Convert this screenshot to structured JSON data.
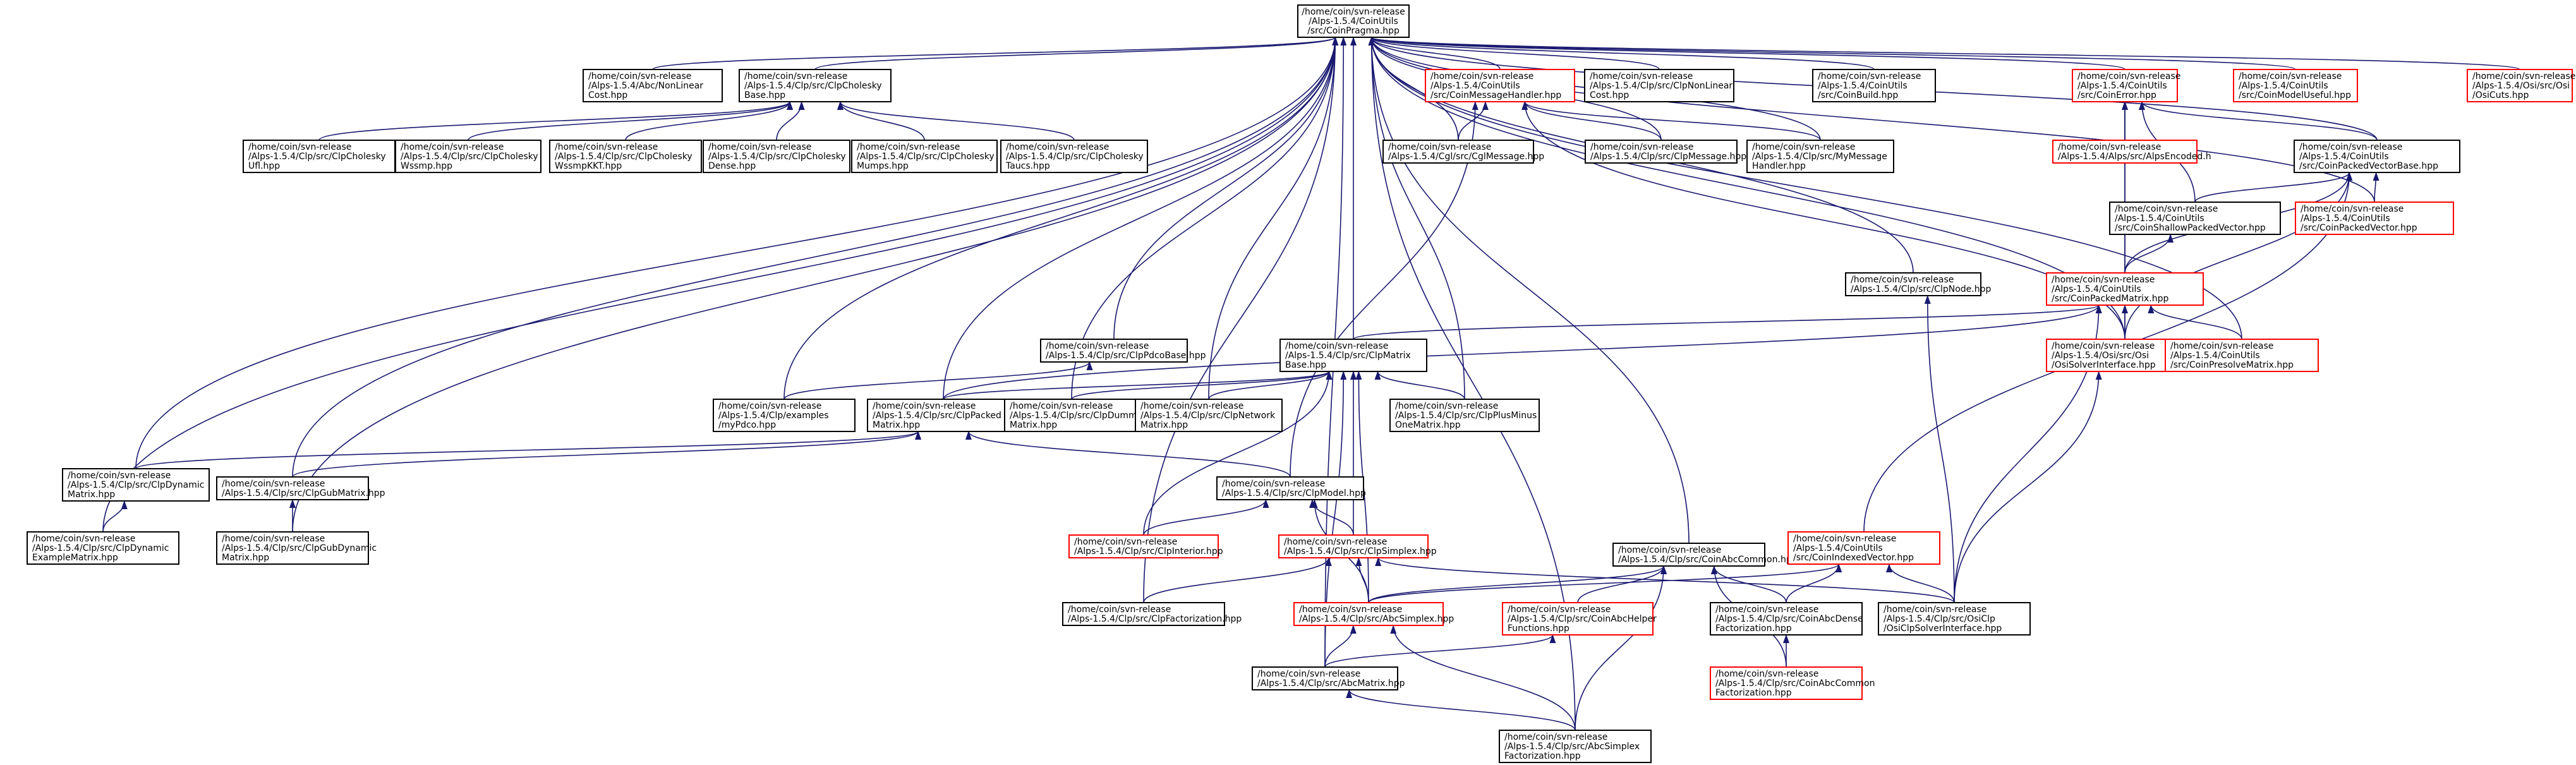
{
  "colors": {
    "edge": "#191970",
    "border_normal": "#000000",
    "border_incomplete": "#ff0000",
    "root_fill": "#bfbfbf",
    "node_fill": "#ffffff"
  },
  "nodes": [
    {
      "id": "root",
      "lines": [
        "/home/coin/svn-release",
        "/Alps-1.5.4/CoinUtils",
        "/src/CoinPragma.hpp"
      ],
      "root": true
    },
    {
      "id": "clpnonlinearcost",
      "lines": [
        "/home/coin/svn-release",
        "/Alps-1.5.4/Abc/NonLinear",
        "Cost.hpp"
      ]
    },
    {
      "id": "clpcholeskybase",
      "lines": [
        "/home/coin/svn-release",
        "/Alps-1.5.4/Clp/src/ClpCholesky",
        "Base.hpp"
      ]
    },
    {
      "id": "coinmessagehandler",
      "lines": [
        "/home/coin/svn-release",
        "/Alps-1.5.4/CoinUtils",
        "/src/CoinMessageHandler.hpp"
      ],
      "red": true
    },
    {
      "id": "clpnonlinearcost2",
      "lines": [
        "/home/coin/svn-release",
        "/Alps-1.5.4/Clp/src/ClpNonLinear",
        "Cost.hpp"
      ]
    },
    {
      "id": "coinbuild",
      "lines": [
        "/home/coin/svn-release",
        "/Alps-1.5.4/CoinUtils",
        "/src/CoinBuild.hpp"
      ]
    },
    {
      "id": "coinerror",
      "lines": [
        "/home/coin/svn-release",
        "/Alps-1.5.4/CoinUtils",
        "/src/CoinError.hpp"
      ],
      "red": true
    },
    {
      "id": "coinmodeluseful",
      "lines": [
        "/home/coin/svn-release",
        "/Alps-1.5.4/CoinUtils",
        "/src/CoinModelUseful.hpp"
      ],
      "red": true
    },
    {
      "id": "osicuts",
      "lines": [
        "/home/coin/svn-release",
        "/Alps-1.5.4/Osi/src/Osi",
        "/OsiCuts.hpp"
      ],
      "red": true
    },
    {
      "id": "clpcholeskyufl",
      "lines": [
        "/home/coin/svn-release",
        "/Alps-1.5.4/Clp/src/ClpCholesky",
        "Ufl.hpp"
      ]
    },
    {
      "id": "clpcholeskywssmp",
      "lines": [
        "/home/coin/svn-release",
        "/Alps-1.5.4/Clp/src/ClpCholesky",
        "Wssmp.hpp"
      ]
    },
    {
      "id": "clpcholeskywssmpkkt",
      "lines": [
        "/home/coin/svn-release",
        "/Alps-1.5.4/Clp/src/ClpCholesky",
        "WssmpKKT.hpp"
      ]
    },
    {
      "id": "clpcholeskydense",
      "lines": [
        "/home/coin/svn-release",
        "/Alps-1.5.4/Clp/src/ClpCholesky",
        "Dense.hpp"
      ]
    },
    {
      "id": "clpcholeskymumps",
      "lines": [
        "/home/coin/svn-release",
        "/Alps-1.5.4/Clp/src/ClpCholesky",
        "Mumps.hpp"
      ]
    },
    {
      "id": "clpcholeskytaucs",
      "lines": [
        "/home/coin/svn-release",
        "/Alps-1.5.4/Clp/src/ClpCholesky",
        "Taucs.hpp"
      ]
    },
    {
      "id": "cglmessage",
      "lines": [
        "/home/coin/svn-release",
        "/Alps-1.5.4/Cgl/src/CglMessage.hpp"
      ]
    },
    {
      "id": "clpmessage",
      "lines": [
        "/home/coin/svn-release",
        "/Alps-1.5.4/Clp/src/ClpMessage.hpp"
      ]
    },
    {
      "id": "mymessagehandler",
      "lines": [
        "/home/coin/svn-release",
        "/Alps-1.5.4/Clp/src/MyMessage",
        "Handler.hpp"
      ]
    },
    {
      "id": "alpsencoded",
      "lines": [
        "/home/coin/svn-release",
        "/Alps-1.5.4/Alps/src/AlpsEncoded.h"
      ],
      "red": true
    },
    {
      "id": "coinpackedvectorbase",
      "lines": [
        "/home/coin/svn-release",
        "/Alps-1.5.4/CoinUtils",
        "/src/CoinPackedVectorBase.hpp"
      ]
    },
    {
      "id": "coinshallowpackedvector",
      "lines": [
        "/home/coin/svn-release",
        "/Alps-1.5.4/CoinUtils",
        "/src/CoinShallowPackedVector.hpp"
      ]
    },
    {
      "id": "coinpackedvector",
      "lines": [
        "/home/coin/svn-release",
        "/Alps-1.5.4/CoinUtils",
        "/src/CoinPackedVector.hpp"
      ],
      "red": true
    },
    {
      "id": "clpnode",
      "lines": [
        "/home/coin/svn-release",
        "/Alps-1.5.4/Clp/src/ClpNode.hpp"
      ]
    },
    {
      "id": "coinpackedmatrix",
      "lines": [
        "/home/coin/svn-release",
        "/Alps-1.5.4/CoinUtils",
        "/src/CoinPackedMatrix.hpp"
      ],
      "red": true
    },
    {
      "id": "clppdcobase",
      "lines": [
        "/home/coin/svn-release",
        "/Alps-1.5.4/Clp/src/ClpPdcoBase.hpp"
      ]
    },
    {
      "id": "clpmatrixbase",
      "lines": [
        "/home/coin/svn-release",
        "/Alps-1.5.4/Clp/src/ClpMatrix",
        "Base.hpp"
      ]
    },
    {
      "id": "osisolverinterface",
      "lines": [
        "/home/coin/svn-release",
        "/Alps-1.5.4/Osi/src/Osi",
        "/OsiSolverInterface.hpp"
      ],
      "red": true
    },
    {
      "id": "coinpresolvematrix",
      "lines": [
        "/home/coin/svn-release",
        "/Alps-1.5.4/CoinUtils",
        "/src/CoinPresolveMatrix.hpp"
      ],
      "red": true
    },
    {
      "id": "mypdco",
      "lines": [
        "/home/coin/svn-release",
        "/Alps-1.5.4/Clp/examples",
        "/myPdco.hpp"
      ]
    },
    {
      "id": "clppackedmatrix",
      "lines": [
        "/home/coin/svn-release",
        "/Alps-1.5.4/Clp/src/ClpPacked",
        "Matrix.hpp"
      ]
    },
    {
      "id": "clpdummymatrix",
      "lines": [
        "/home/coin/svn-release",
        "/Alps-1.5.4/Clp/src/ClpDummy",
        "Matrix.hpp"
      ]
    },
    {
      "id": "clpnetworkmatrix",
      "lines": [
        "/home/coin/svn-release",
        "/Alps-1.5.4/Clp/src/ClpNetwork",
        "Matrix.hpp"
      ]
    },
    {
      "id": "clpplusminusonematrix",
      "lines": [
        "/home/coin/svn-release",
        "/Alps-1.5.4/Clp/src/ClpPlusMinus",
        "OneMatrix.hpp"
      ]
    },
    {
      "id": "clpdynamicmatrix",
      "lines": [
        "/home/coin/svn-release",
        "/Alps-1.5.4/Clp/src/ClpDynamic",
        "Matrix.hpp"
      ]
    },
    {
      "id": "clpgubmatrix",
      "lines": [
        "/home/coin/svn-release",
        "/Alps-1.5.4/Clp/src/ClpGubMatrix.hpp"
      ]
    },
    {
      "id": "clpmodel",
      "lines": [
        "/home/coin/svn-release",
        "/Alps-1.5.4/Clp/src/ClpModel.hpp"
      ]
    },
    {
      "id": "clpdynamicexamplematrix",
      "lines": [
        "/home/coin/svn-release",
        "/Alps-1.5.4/Clp/src/ClpDynamic",
        "ExampleMatrix.hpp"
      ]
    },
    {
      "id": "clpgubdynamicmatrix",
      "lines": [
        "/home/coin/svn-release",
        "/Alps-1.5.4/Clp/src/ClpGubDynamic",
        "Matrix.hpp"
      ]
    },
    {
      "id": "clpinterior",
      "lines": [
        "/home/coin/svn-release",
        "/Alps-1.5.4/Clp/src/ClpInterior.hpp"
      ],
      "red": true
    },
    {
      "id": "clpsimplex",
      "lines": [
        "/home/coin/svn-release",
        "/Alps-1.5.4/Clp/src/ClpSimplex.hpp"
      ],
      "red": true
    },
    {
      "id": "coinabccommon",
      "lines": [
        "/home/coin/svn-release",
        "/Alps-1.5.4/Clp/src/CoinAbcCommon.hpp"
      ]
    },
    {
      "id": "coinindexedvector",
      "lines": [
        "/home/coin/svn-release",
        "/Alps-1.5.4/CoinUtils",
        "/src/CoinIndexedVector.hpp"
      ],
      "red": true
    },
    {
      "id": "clpfactorization",
      "lines": [
        "/home/coin/svn-release",
        "/Alps-1.5.4/Clp/src/ClpFactorization.hpp"
      ]
    },
    {
      "id": "abcsimplex",
      "lines": [
        "/home/coin/svn-release",
        "/Alps-1.5.4/Clp/src/AbcSimplex.hpp"
      ],
      "red": true
    },
    {
      "id": "coinabchelperfunctions",
      "lines": [
        "/home/coin/svn-release",
        "/Alps-1.5.4/Clp/src/CoinAbcHelper",
        "Functions.hpp"
      ],
      "red": true
    },
    {
      "id": "coinabcdensefactorization",
      "lines": [
        "/home/coin/svn-release",
        "/Alps-1.5.4/Clp/src/CoinAbcDense",
        "Factorization.hpp"
      ]
    },
    {
      "id": "osiclpsolverinterface",
      "lines": [
        "/home/coin/svn-release",
        "/Alps-1.5.4/Clp/src/OsiClp",
        "/OsiClpSolverInterface.hpp"
      ]
    },
    {
      "id": "abcmatrix",
      "lines": [
        "/home/coin/svn-release",
        "/Alps-1.5.4/Clp/src/AbcMatrix.hpp"
      ]
    },
    {
      "id": "coinabccommonfactorization",
      "lines": [
        "/home/coin/svn-release",
        "/Alps-1.5.4/Clp/src/CoinAbcCommon",
        "Factorization.hpp"
      ],
      "red": true
    },
    {
      "id": "abcsimplexfactorization",
      "lines": [
        "/home/coin/svn-release",
        "/Alps-1.5.4/Clp/src/AbcSimplex",
        "Factorization.hpp"
      ]
    }
  ],
  "edges": [
    [
      "clpnonlinearcost",
      "root"
    ],
    [
      "clpcholeskybase",
      "root"
    ],
    [
      "coinmessagehandler",
      "root"
    ],
    [
      "clpnonlinearcost2",
      "root"
    ],
    [
      "coinbuild",
      "root"
    ],
    [
      "coinerror",
      "root"
    ],
    [
      "coinmodeluseful",
      "root"
    ],
    [
      "osicuts",
      "root"
    ],
    [
      "cglmessage",
      "root"
    ],
    [
      "clpmessage",
      "root"
    ],
    [
      "mymessagehandler",
      "root"
    ],
    [
      "coinpackedvectorbase",
      "root"
    ],
    [
      "coinpackedvector",
      "root"
    ],
    [
      "clpnode",
      "root"
    ],
    [
      "clppdcobase",
      "root"
    ],
    [
      "clpmatrixbase",
      "root"
    ],
    [
      "mypdco",
      "root"
    ],
    [
      "clppackedmatrix",
      "root"
    ],
    [
      "clpdummymatrix",
      "root"
    ],
    [
      "clpnetworkmatrix",
      "root"
    ],
    [
      "clpplusminusonematrix",
      "root"
    ],
    [
      "clpdynamicmatrix",
      "root"
    ],
    [
      "clpgubmatrix",
      "root"
    ],
    [
      "clpdynamicexamplematrix",
      "root"
    ],
    [
      "clpgubdynamicmatrix",
      "root"
    ],
    [
      "clpfactorization",
      "root"
    ],
    [
      "coinabccommon",
      "root"
    ],
    [
      "abcmatrix",
      "root"
    ],
    [
      "abcsimplexfactorization",
      "root"
    ],
    [
      "osisolverinterface",
      "root"
    ],
    [
      "coinpresolvematrix",
      "root"
    ],
    [
      "clpcholeskyufl",
      "clpcholeskybase"
    ],
    [
      "clpcholeskywssmp",
      "clpcholeskybase"
    ],
    [
      "clpcholeskywssmpkkt",
      "clpcholeskybase"
    ],
    [
      "clpcholeskydense",
      "clpcholeskybase"
    ],
    [
      "clpcholeskymumps",
      "clpcholeskybase"
    ],
    [
      "clpcholeskytaucs",
      "clpcholeskybase"
    ],
    [
      "cglmessage",
      "coinmessagehandler"
    ],
    [
      "clpmessage",
      "coinmessagehandler"
    ],
    [
      "mymessagehandler",
      "coinmessagehandler"
    ],
    [
      "clpmodel",
      "coinmessagehandler"
    ],
    [
      "osisolverinterface",
      "coinmessagehandler"
    ],
    [
      "alpsencoded",
      "coinerror"
    ],
    [
      "coinpackedvectorbase",
      "coinerror"
    ],
    [
      "coinshallowpackedvector",
      "coinerror"
    ],
    [
      "coinpackedmatrix",
      "coinerror"
    ],
    [
      "osisolverinterface",
      "coinerror"
    ],
    [
      "coinshallowpackedvector",
      "coinpackedvectorbase"
    ],
    [
      "coinpackedvector",
      "coinpackedvectorbase"
    ],
    [
      "coinpackedmatrix",
      "coinpackedvectorbase"
    ],
    [
      "osisolverinterface",
      "coinpackedvectorbase"
    ],
    [
      "coinindexedvector",
      "coinpackedvectorbase"
    ],
    [
      "coinpackedmatrix",
      "coinshallowpackedvector"
    ],
    [
      "clpmatrixbase",
      "coinpackedmatrix"
    ],
    [
      "osisolverinterface",
      "coinpackedmatrix"
    ],
    [
      "coinpresolvematrix",
      "coinpackedmatrix"
    ],
    [
      "clppackedmatrix",
      "coinpackedmatrix"
    ],
    [
      "osiclpsolverinterface",
      "coinpackedmatrix"
    ],
    [
      "mypdco",
      "clppdcobase"
    ],
    [
      "osiclpsolverinterface",
      "clpnode"
    ],
    [
      "clppackedmatrix",
      "clpmatrixbase"
    ],
    [
      "clpdummymatrix",
      "clpmatrixbase"
    ],
    [
      "clpnetworkmatrix",
      "clpmatrixbase"
    ],
    [
      "clpplusminusonematrix",
      "clpmatrixbase"
    ],
    [
      "clpinterior",
      "clpmatrixbase"
    ],
    [
      "clpsimplex",
      "clpmatrixbase"
    ],
    [
      "abcsimplex",
      "clpmatrixbase"
    ],
    [
      "abcmatrix",
      "clpmatrixbase"
    ],
    [
      "osiclpsolverinterface",
      "osisolverinterface"
    ],
    [
      "clpdynamicmatrix",
      "clppackedmatrix"
    ],
    [
      "clpgubmatrix",
      "clppackedmatrix"
    ],
    [
      "clpmodel",
      "clppackedmatrix"
    ],
    [
      "clpdynamicexamplematrix",
      "clpdynamicmatrix"
    ],
    [
      "clpgubdynamicmatrix",
      "clpgubmatrix"
    ],
    [
      "clpinterior",
      "clpmodel"
    ],
    [
      "clpsimplex",
      "clpmodel"
    ],
    [
      "abcsimplex",
      "clpmodel"
    ],
    [
      "clpfactorization",
      "clpsimplex"
    ],
    [
      "abcsimplex",
      "clpsimplex"
    ],
    [
      "osiclpsolverinterface",
      "clpsimplex"
    ],
    [
      "abcsimplex",
      "coinabccommon"
    ],
    [
      "coinabchelperfunctions",
      "coinabccommon"
    ],
    [
      "coinabcdensefactorization",
      "coinabccommon"
    ],
    [
      "coinabccommonfactorization",
      "coinabccommon"
    ],
    [
      "abcsimplexfactorization",
      "coinabccommon"
    ],
    [
      "abcsimplex",
      "coinindexedvector"
    ],
    [
      "coinabcdensefactorization",
      "coinindexedvector"
    ],
    [
      "osiclpsolverinterface",
      "coinindexedvector"
    ],
    [
      "abcmatrix",
      "abcsimplex"
    ],
    [
      "abcsimplexfactorization",
      "abcsimplex"
    ],
    [
      "abcmatrix",
      "coinabchelperfunctions"
    ],
    [
      "coinabccommonfactorization",
      "coinabcdensefactorization"
    ],
    [
      "abcsimplexfactorization",
      "abcmatrix"
    ]
  ]
}
